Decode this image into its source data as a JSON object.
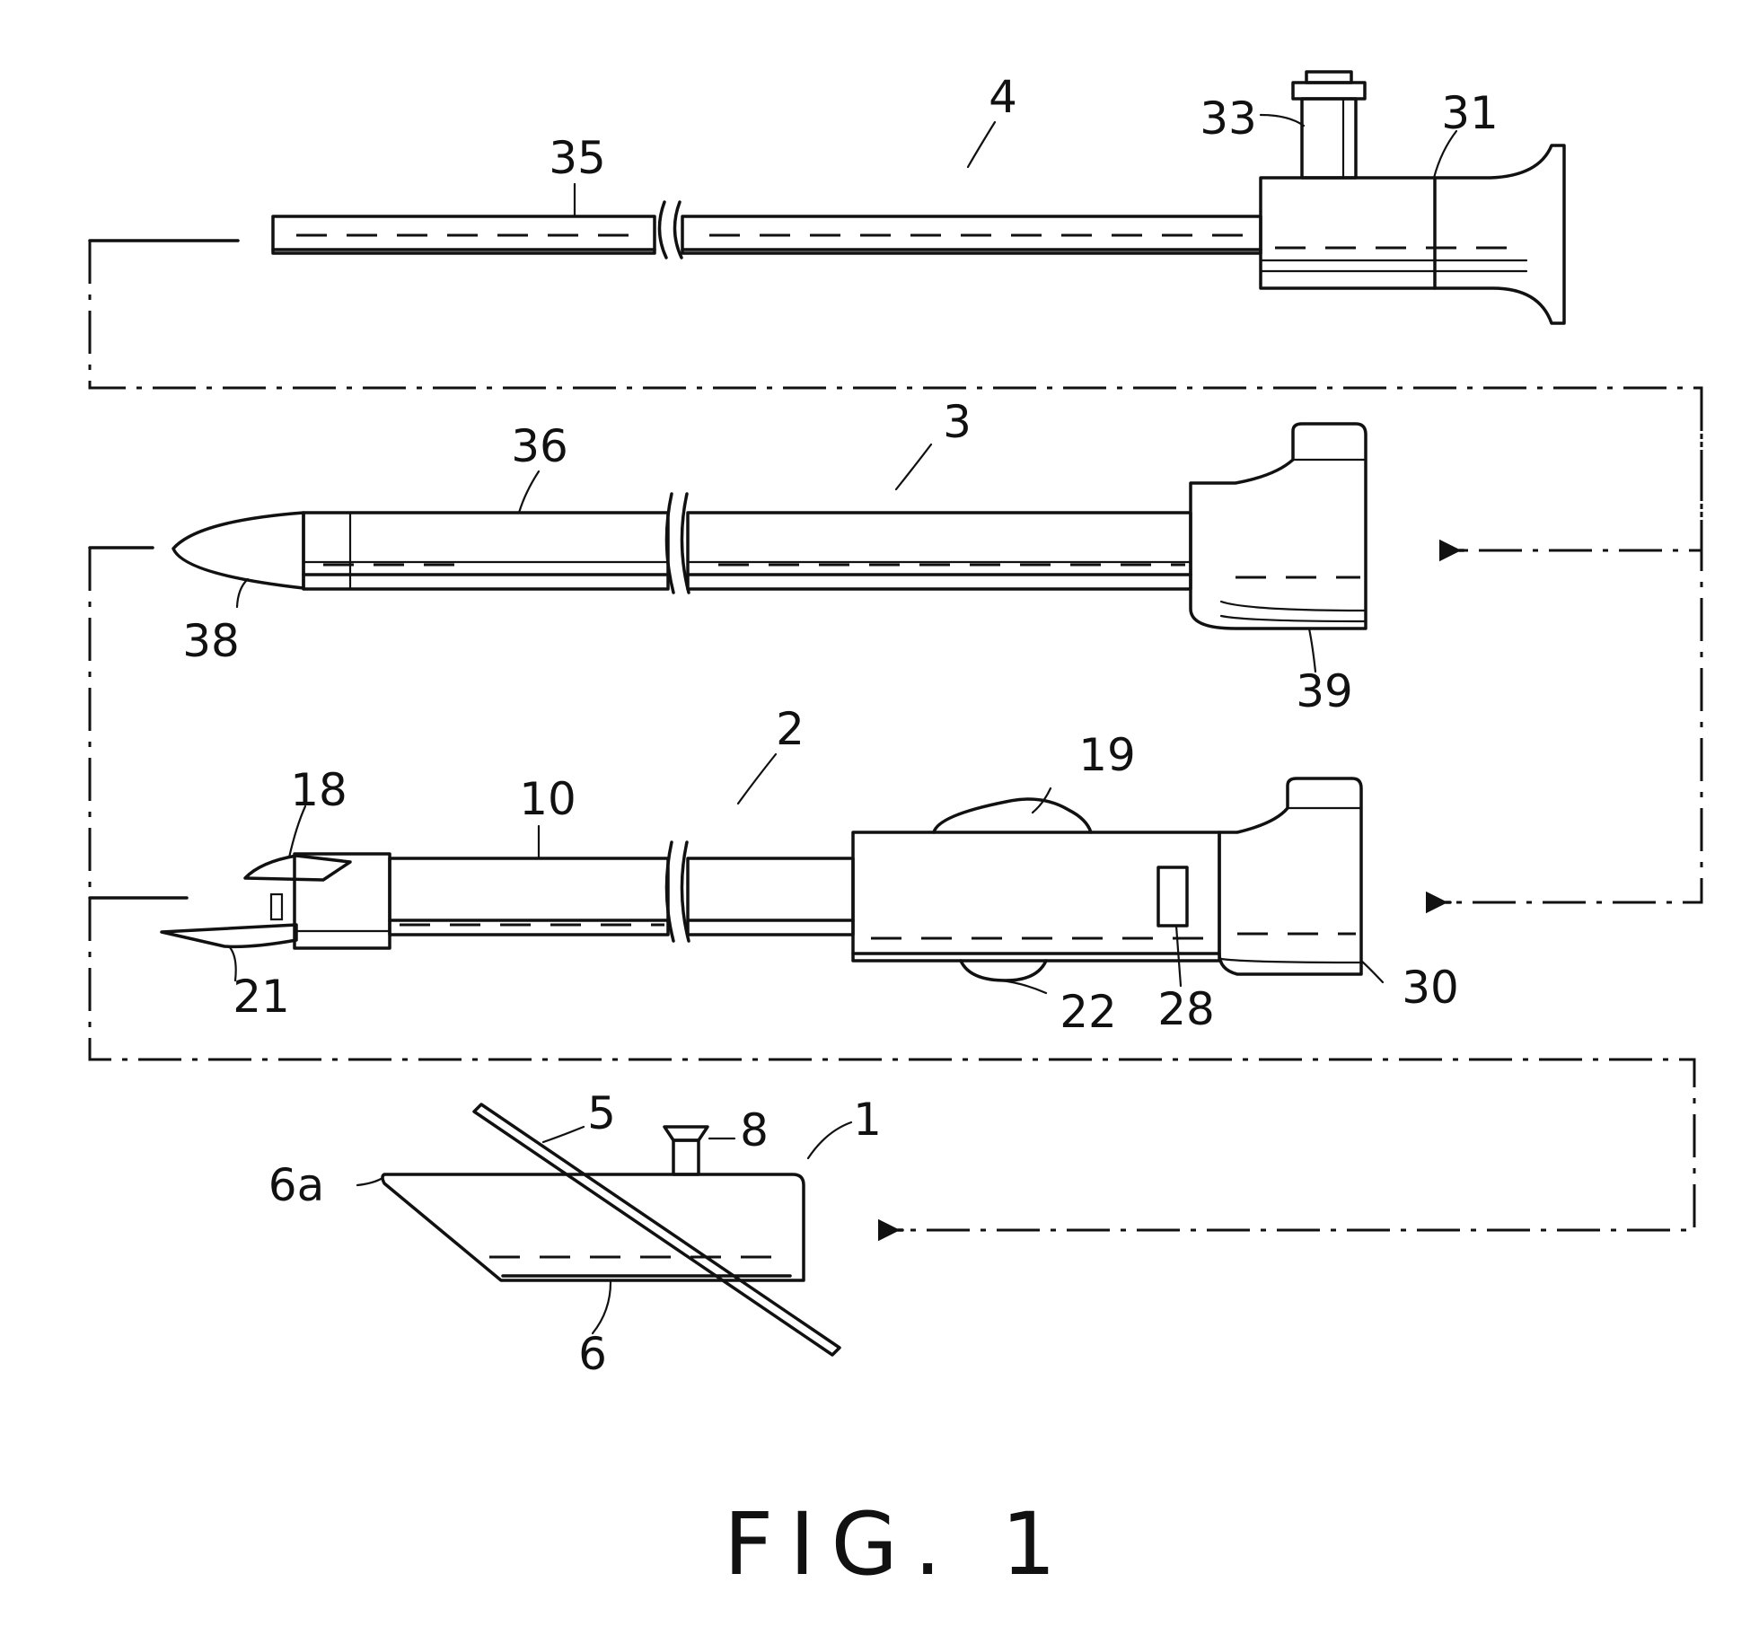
{
  "figure": {
    "caption": "FIG. 1"
  },
  "labels": {
    "part_4": "4",
    "part_33": "33",
    "part_31": "31",
    "part_35": "35",
    "part_36": "36",
    "part_3": "3",
    "part_38": "38",
    "part_39": "39",
    "part_2": "2",
    "part_19": "19",
    "part_18": "18",
    "part_10": "10",
    "part_21": "21",
    "part_22": "22",
    "part_28": "28",
    "part_30": "30",
    "part_5": "5",
    "part_8": "8",
    "part_1": "1",
    "part_6a": "6a",
    "part_6": "6"
  }
}
